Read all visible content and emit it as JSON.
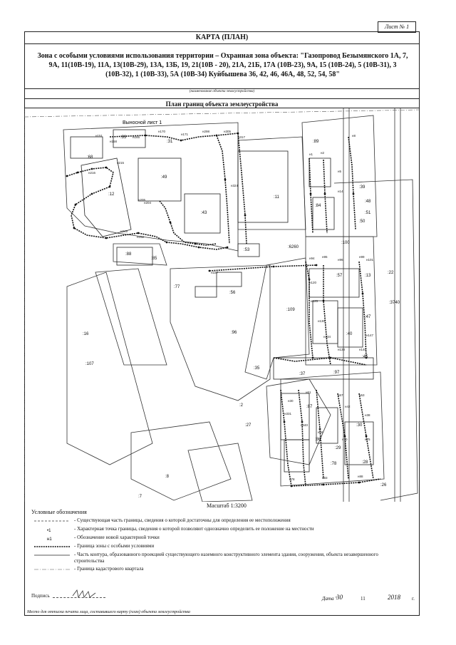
{
  "sheet": {
    "label": "Лист № 1"
  },
  "header": {
    "title": "КАРТА (ПЛАН)"
  },
  "zone": {
    "text": "Зона с особыми условиями использования территории – Охранная зона объекта: \"Газопровод Безымянского 1А, 7, 9А, 11(10В-19), 11А, 13(10В-29), 13А, 13Б, 19, 21(10В - 20), 21А, 21Б, 17А (10В-23), 9А, 15 (10В-24), 5 (10В-31), 3 (10В-32), 1 (10В-33), 5А (10В-34) Куйбышева 36, 42, 46, 46А, 48, 52, 54, 58\"",
    "caption": "(наименование объекта землеустройства)"
  },
  "plan": {
    "title": "План границ объекта землеустройства",
    "inset_label": "Выносной лист 1",
    "parcels": [
      ":33",
      ":31",
      ":68",
      ":12",
      ":49",
      ":43",
      ":11",
      ":89",
      ":84",
      ":50",
      ":6260",
      ":100",
      ":88",
      ":85",
      ":53",
      ":77",
      ":56",
      ":57",
      ":13",
      ":109",
      ":47",
      ":40",
      ":16",
      ":107",
      ":96",
      ":97",
      ":37",
      ":45",
      ":2",
      ":27",
      ":87",
      ":86",
      ":30",
      ":28",
      ":29",
      ":78",
      ":26",
      ":8",
      ":7",
      ":35",
      ":3740",
      ":22",
      ":39",
      ":48",
      ":51"
    ],
    "points": [
      "н227",
      "н216",
      "н215",
      "н249",
      "н252",
      "н205",
      "н204",
      "н1",
      "н2",
      "н5",
      "н8",
      "н14",
      "н94",
      "н95",
      "н96",
      "н99",
      "н101",
      "н120",
      "н125",
      "н130",
      "н134",
      "н138",
      "н140",
      "н147",
      "н151",
      "н158",
      "н165",
      "н170",
      "н171",
      "н298",
      "н305",
      "н317",
      "н324",
      "н331",
      "н340",
      "н66",
      "н70",
      "н75",
      "н78",
      "н83",
      "н88",
      "н61",
      "н57",
      "н53",
      "н30",
      "н38",
      "н42"
    ]
  },
  "scale": {
    "label": "Масштаб 1:3200"
  },
  "legend": {
    "title": "Условные обозначения",
    "items": [
      {
        "icon": "dashed-line",
        "text": "- Существующая часть границы, сведения о которой достаточны для определения ее местоположения"
      },
      {
        "icon": "dot-point",
        "symbol": "•1",
        "text": "- Характерная точка границы, сведения о которой позволяют однозначно определить ее положение на местности"
      },
      {
        "icon": "new-point",
        "symbol": "н1",
        "text": "- Обозначение новой характерной точки"
      },
      {
        "icon": "zone-line",
        "text": "- Граница зоны с особыми условиями"
      },
      {
        "icon": "contour-line",
        "text": "- Часть контура, образованного проекцией существующего наземного конструктивного элемента здания, сооружения, объекта незавершенного строительства"
      },
      {
        "icon": "quarter-line",
        "text": "- Граница кадастрового квартала"
      }
    ]
  },
  "signature": {
    "label": "Подпись"
  },
  "date": {
    "label": "Дата \"",
    "day": "30",
    "month": "11",
    "year": "2018",
    "suffix": "г."
  },
  "footer": {
    "text": "Место для оттиска печати лица, составившего карту (план) объекта землеустройства"
  }
}
